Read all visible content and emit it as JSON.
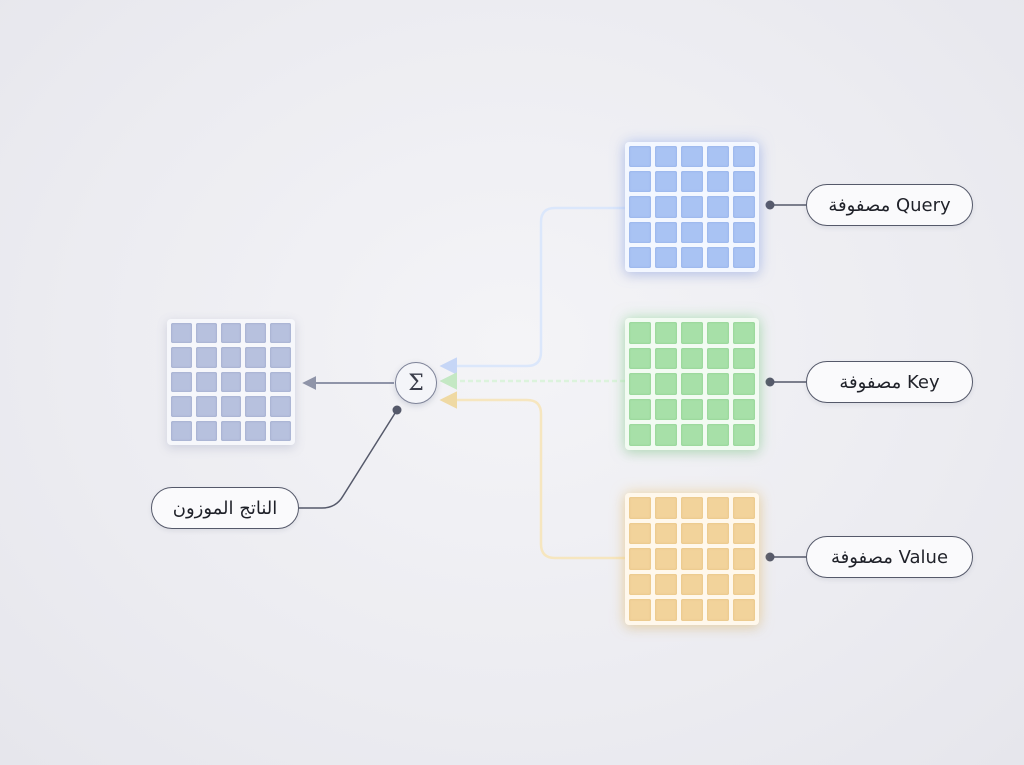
{
  "diagram": {
    "matrices": {
      "query": {
        "label": "Query مصفوفة",
        "rows": 5,
        "cols": 5,
        "color": "#a9c3f3"
      },
      "key": {
        "label": "Key مصفوفة",
        "rows": 5,
        "cols": 5,
        "color": "#a7e0a8"
      },
      "value": {
        "label": "Value مصفوفة",
        "rows": 5,
        "cols": 5,
        "color": "#f2d39b"
      },
      "output": {
        "label": "الناتج الموزون",
        "rows": 5,
        "cols": 5,
        "color": "#b7c1de"
      }
    },
    "sum_symbol": "Σ",
    "colors": {
      "query_link": "#dbe7fb",
      "key_link": "#dcf3dc",
      "value_link": "#f6e6bf",
      "output_link": "#8f94a8",
      "connector": "#55596a"
    }
  }
}
